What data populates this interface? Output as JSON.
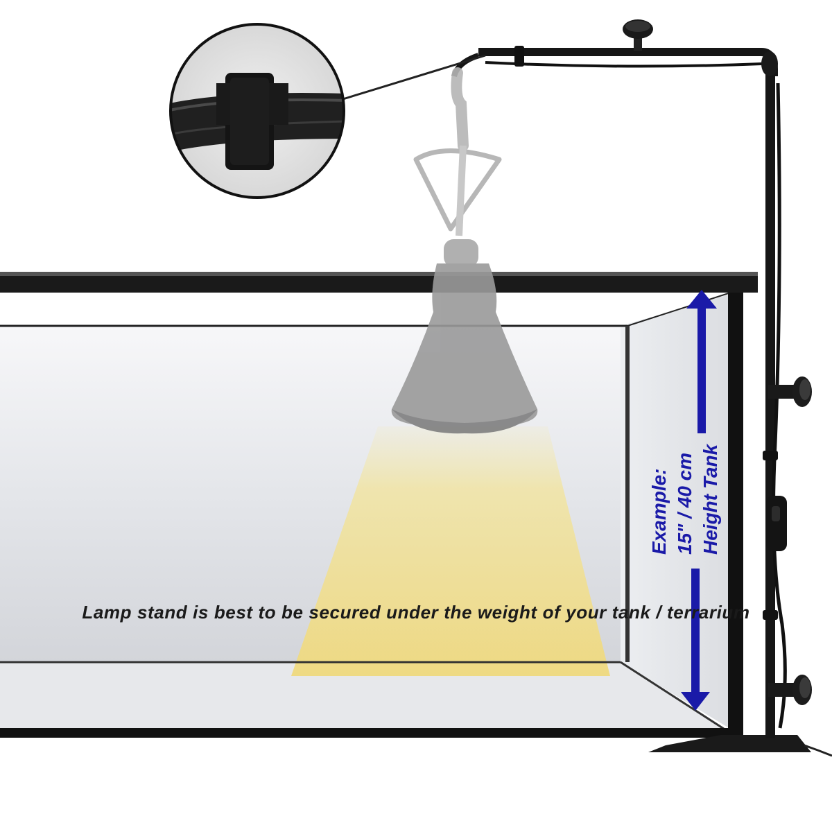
{
  "annotation": {
    "line1": "Example:",
    "line2": "15\" / 40 cm",
    "line3": "Height Tank"
  },
  "caption": "Lamp stand is best to be secured under the weight of your tank / terrarium",
  "colors": {
    "annotation_blue": "#1a1aa8",
    "frame_black": "#111111",
    "lamp_grey": "#9a9a9a",
    "light_beam": "#f3e6a0"
  }
}
